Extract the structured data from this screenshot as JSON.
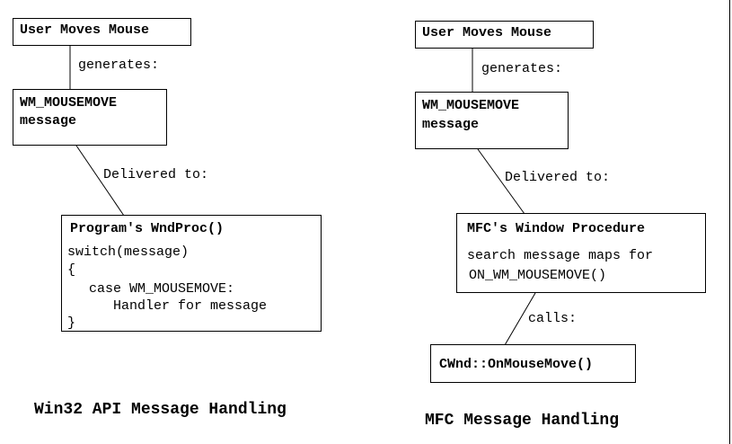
{
  "left": {
    "event": "User Moves Mouse",
    "generates": "generates:",
    "message_line1": "WM_MOUSEMOVE",
    "message_line2": "message",
    "delivered": "Delivered to:",
    "proc_title": "Program's WndProc()",
    "proc_code": [
      "switch(message)",
      "{",
      "  case WM_MOUSEMOVE:",
      "     Handler for message",
      "}"
    ],
    "caption": "Win32 API Message Handling"
  },
  "right": {
    "event": "User Moves Mouse",
    "generates": "generates:",
    "message_line1": "WM_MOUSEMOVE",
    "message_line2": "message",
    "delivered": "Delivered to:",
    "proc_title": "MFC's Window Procedure",
    "proc_line1": "search message maps for",
    "proc_line2": "ON_WM_MOUSEMOVE()",
    "calls": "calls:",
    "handler": "CWnd::OnMouseMove()",
    "caption": "MFC Message Handling"
  }
}
